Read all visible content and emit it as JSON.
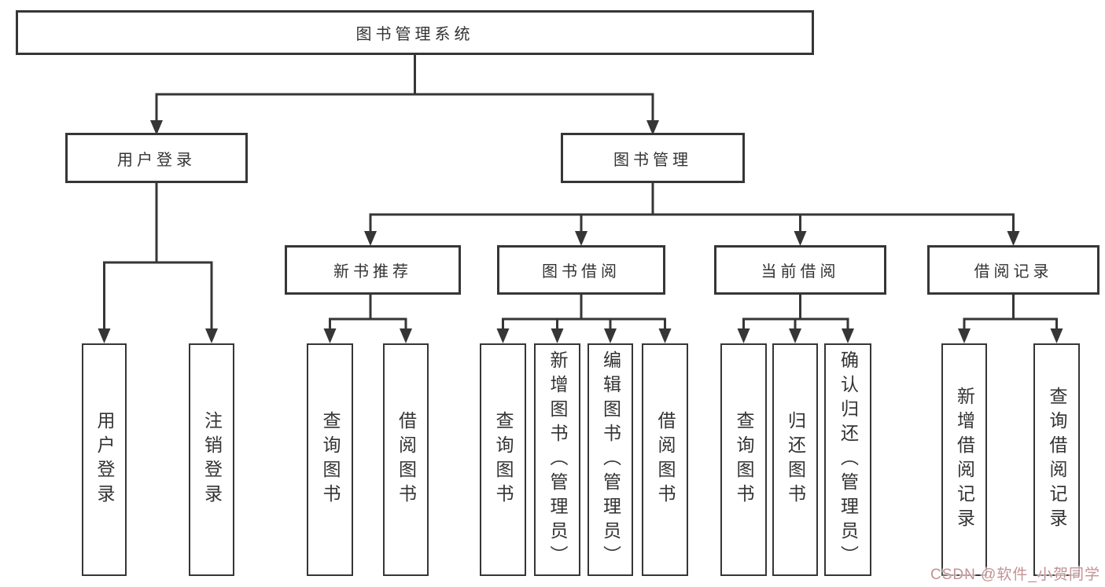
{
  "diagram": {
    "root_label": "图书管理系统",
    "branches": [
      {
        "label": "用户登录",
        "children": [
          {
            "label": "用户登录"
          },
          {
            "label": "注销登录"
          }
        ]
      },
      {
        "label": "图书管理",
        "children": [
          {
            "label": "新书推荐",
            "children": [
              {
                "label": "查询图书"
              },
              {
                "label": "借阅图书"
              }
            ]
          },
          {
            "label": "图书借阅",
            "children": [
              {
                "label": "查询图书"
              },
              {
                "label": "新增图书（管理员）"
              },
              {
                "label": "编辑图书（管理员）"
              },
              {
                "label": "借阅图书"
              }
            ]
          },
          {
            "label": "当前借阅",
            "children": [
              {
                "label": "查询图书"
              },
              {
                "label": "归还图书"
              },
              {
                "label": "确认归还（管理员）"
              }
            ]
          },
          {
            "label": "借阅记录",
            "children": [
              {
                "label": "新增借阅记录"
              },
              {
                "label": "查询借阅记录"
              }
            ]
          }
        ]
      }
    ]
  },
  "watermark": {
    "text": "CSDN @软件_小贺同学",
    "color": "#c08c8e"
  },
  "colors": {
    "line": "#363636",
    "box_border": "#363636",
    "text": "#333333",
    "background": "#ffffff"
  }
}
